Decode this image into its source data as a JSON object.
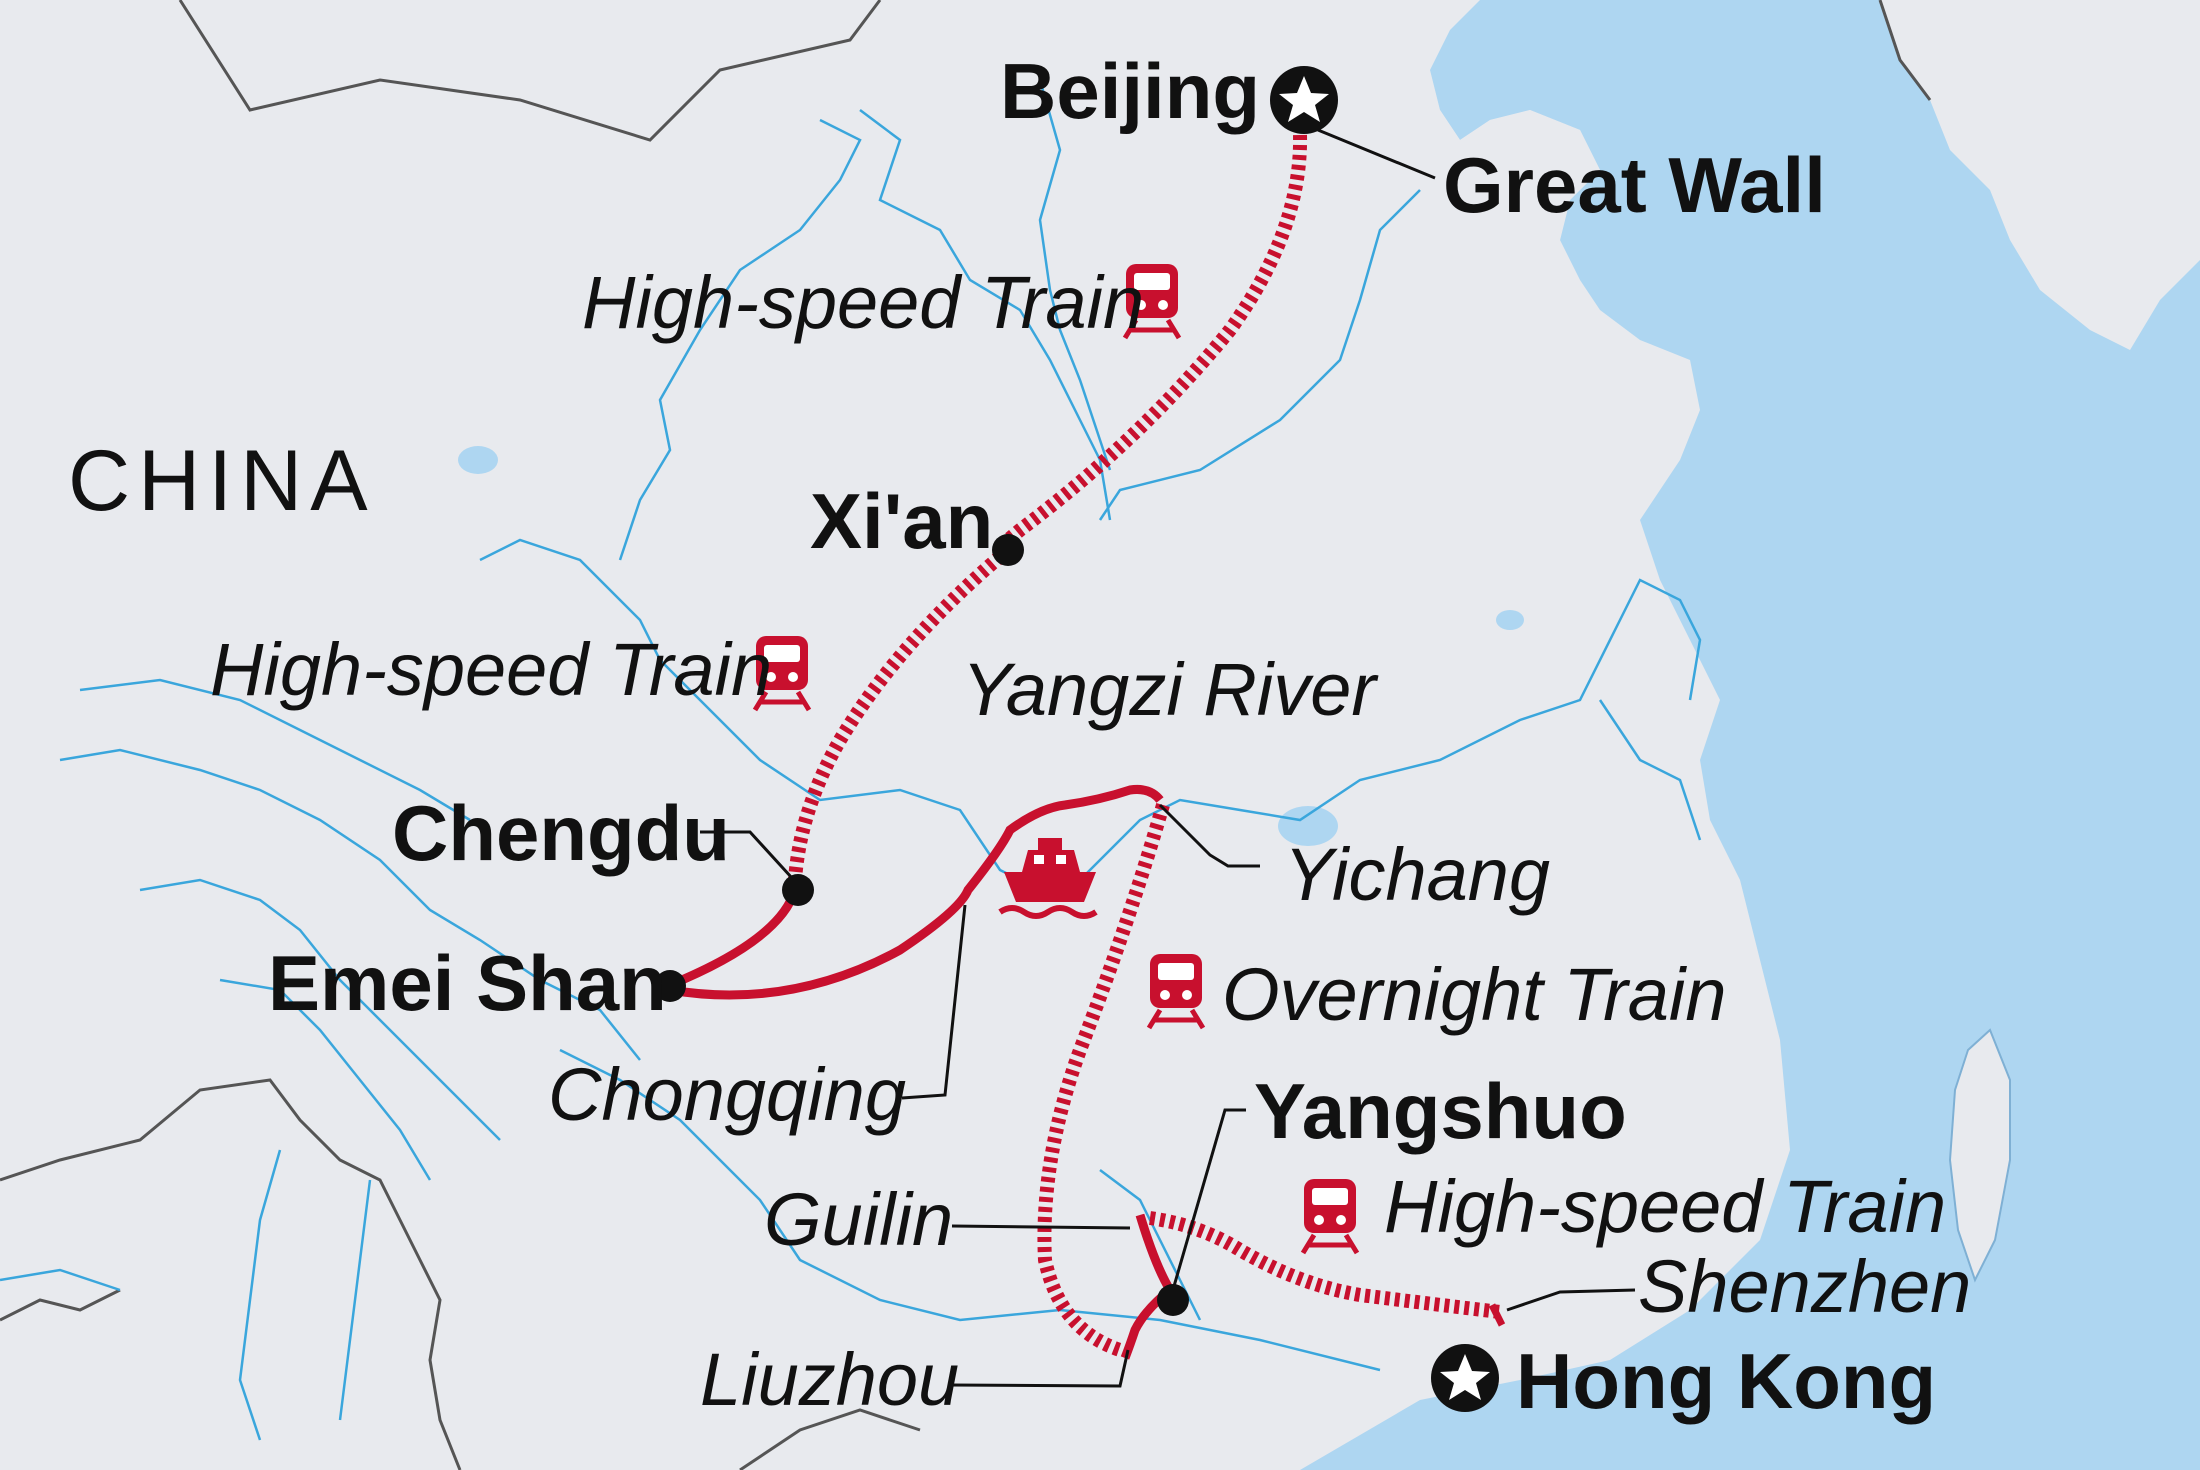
{
  "map": {
    "country_label": "CHINA",
    "colors": {
      "land": "#e8eaee",
      "water": "#aed6f1",
      "river": "#3aa6dc",
      "border": "#555555",
      "route": "#c8102e",
      "marker": "#111111"
    },
    "places": {
      "beijing": "Beijing",
      "great_wall": "Great Wall",
      "xian": "Xi'an",
      "chengdu": "Chengdu",
      "emei_shan": "Emei Shan",
      "chongqing": "Chongqing",
      "yichang": "Yichang",
      "yangshuo": "Yangshuo",
      "guilin": "Guilin",
      "liuzhou": "Liuzhou",
      "shenzhen": "Shenzhen",
      "hong_kong": "Hong Kong"
    },
    "features": {
      "yangzi_river": "Yangzi River"
    },
    "transport": {
      "train_beijing_xian": "High-speed Train",
      "train_xian_chengdu": "High-speed Train",
      "train_yichang_guilin": "Overnight Train",
      "train_guilin_hongkong": "High-speed Train"
    },
    "icons": {
      "train": "train-icon",
      "boat": "boat-icon",
      "start_end": "star-marker-icon",
      "stop": "dot-marker-icon"
    }
  }
}
